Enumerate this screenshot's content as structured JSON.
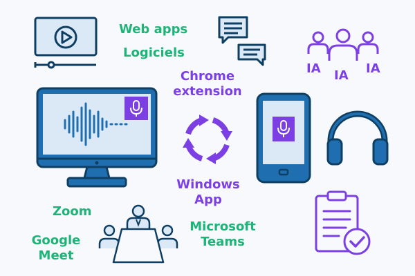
{
  "colors": {
    "navy": "#0f3e63",
    "blue": "#1f6fb0",
    "light_blue": "#dbe9f7",
    "purple": "#7b3fe4",
    "green": "#1db478"
  },
  "labels": {
    "web_apps": "Web apps",
    "logiciels": "Logiciels",
    "chrome_line1": "Chrome",
    "chrome_line2": "extension",
    "windows_line1": "Windows",
    "windows_line2": "App",
    "zoom": "Zoom",
    "google_line1": "Google",
    "google_line2": "Meet",
    "teams_line1": "Microsoft",
    "teams_line2": "Teams",
    "ia_left": "IA",
    "ia_center": "IA",
    "ia_right": "IA"
  },
  "icons": [
    "video-player-icon",
    "chat-bubbles-icon",
    "ai-users-group-icon",
    "desktop-monitor-audio-icon",
    "sync-arrows-icon",
    "smartphone-microphone-icon",
    "headphones-icon",
    "meeting-table-icon",
    "clipboard-check-icon"
  ]
}
